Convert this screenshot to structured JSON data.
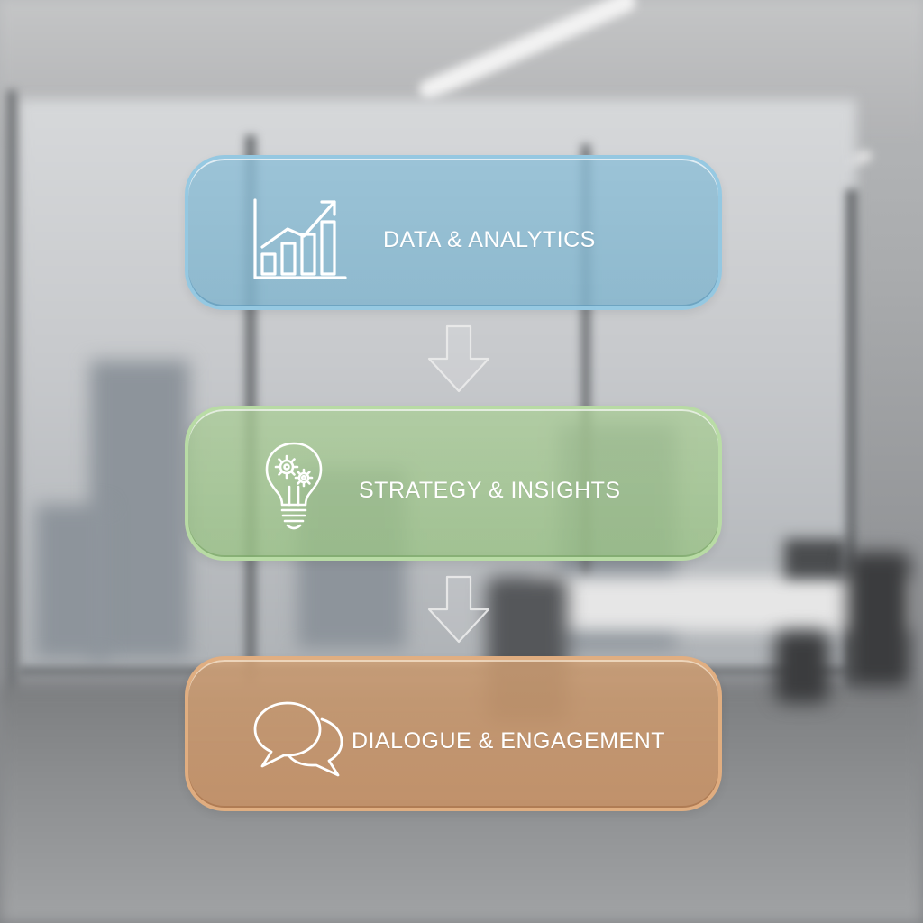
{
  "steps": [
    {
      "label": "DATA & ANALYTICS",
      "icon": "bar-chart-trend-icon",
      "color": "#8bbcd4"
    },
    {
      "label": "STRATEGY & INSIGHTS",
      "icon": "lightbulb-gears-icon",
      "color": "#a9cb94"
    },
    {
      "label": "DIALOGUE & ENGAGEMENT",
      "icon": "speech-bubbles-icon",
      "color": "#d3a075"
    }
  ],
  "connectors": [
    {
      "icon": "down-arrow-icon",
      "from": "DATA & ANALYTICS",
      "to": "STRATEGY & INSIGHTS"
    },
    {
      "icon": "down-arrow-icon",
      "from": "STRATEGY & INSIGHTS",
      "to": "DIALOGUE & ENGAGEMENT"
    }
  ]
}
